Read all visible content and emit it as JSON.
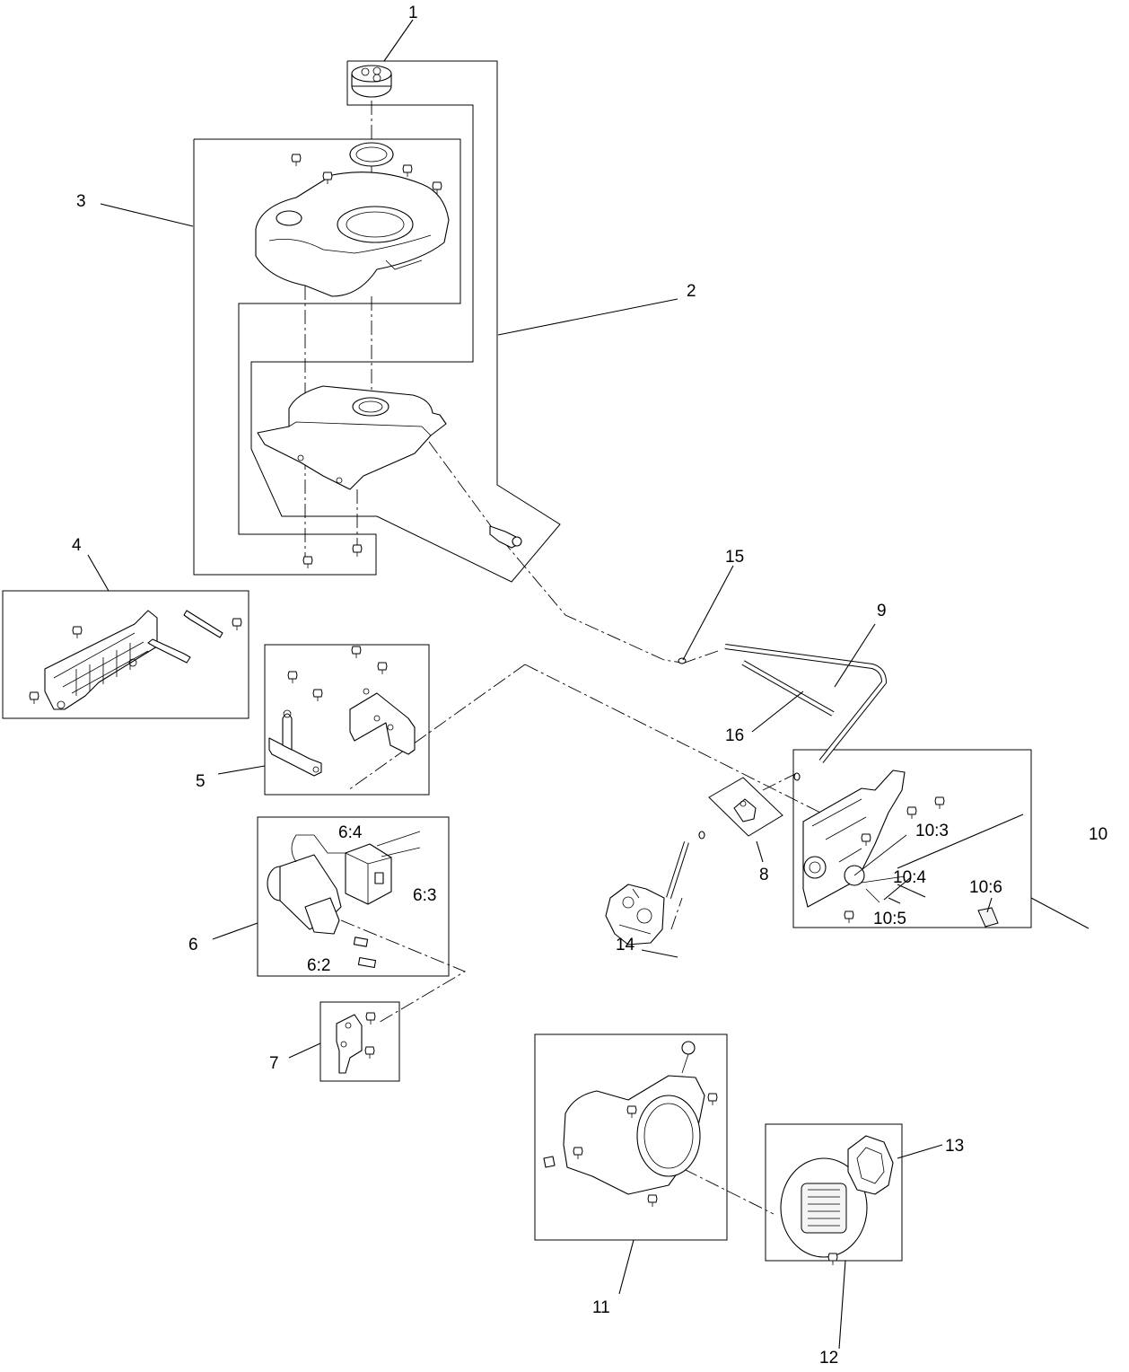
{
  "callouts": {
    "c1": "1",
    "c2": "2",
    "c3": "3",
    "c4": "4",
    "c5": "5",
    "c6": "6",
    "c6_2": "6:2",
    "c6_3": "6:3",
    "c6_4": "6:4",
    "c7": "7",
    "c8": "8",
    "c9": "9",
    "c10": "10",
    "c10_3": "10:3",
    "c10_4": "10:4",
    "c10_5": "10:5",
    "c10_6": "10:6",
    "c11": "11",
    "c12": "12",
    "c13": "13",
    "c14": "14",
    "c15": "15",
    "c16": "16"
  }
}
